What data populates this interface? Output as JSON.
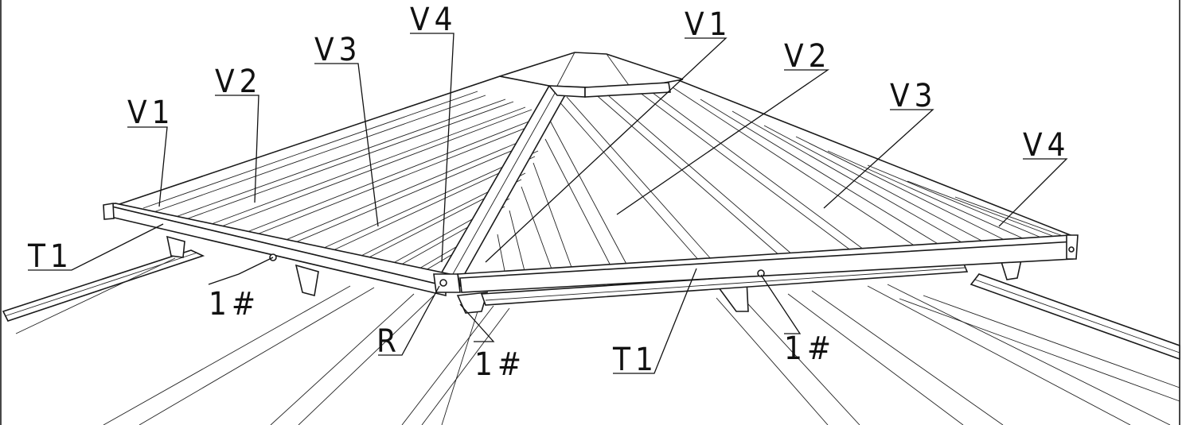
{
  "figure": {
    "labels": {
      "v1_left": "V1",
      "v2_left": "V2",
      "v3_left": "V3",
      "v4_top": "V4",
      "v1_top": "V1",
      "v2_right": "V2",
      "v3_right": "V3",
      "v4_right": "V4",
      "t1_left": "T1",
      "bolt_left": "1#",
      "r": "R",
      "bolt_center": "1#",
      "t1_center": "T1",
      "bolt_right": "1#"
    }
  }
}
